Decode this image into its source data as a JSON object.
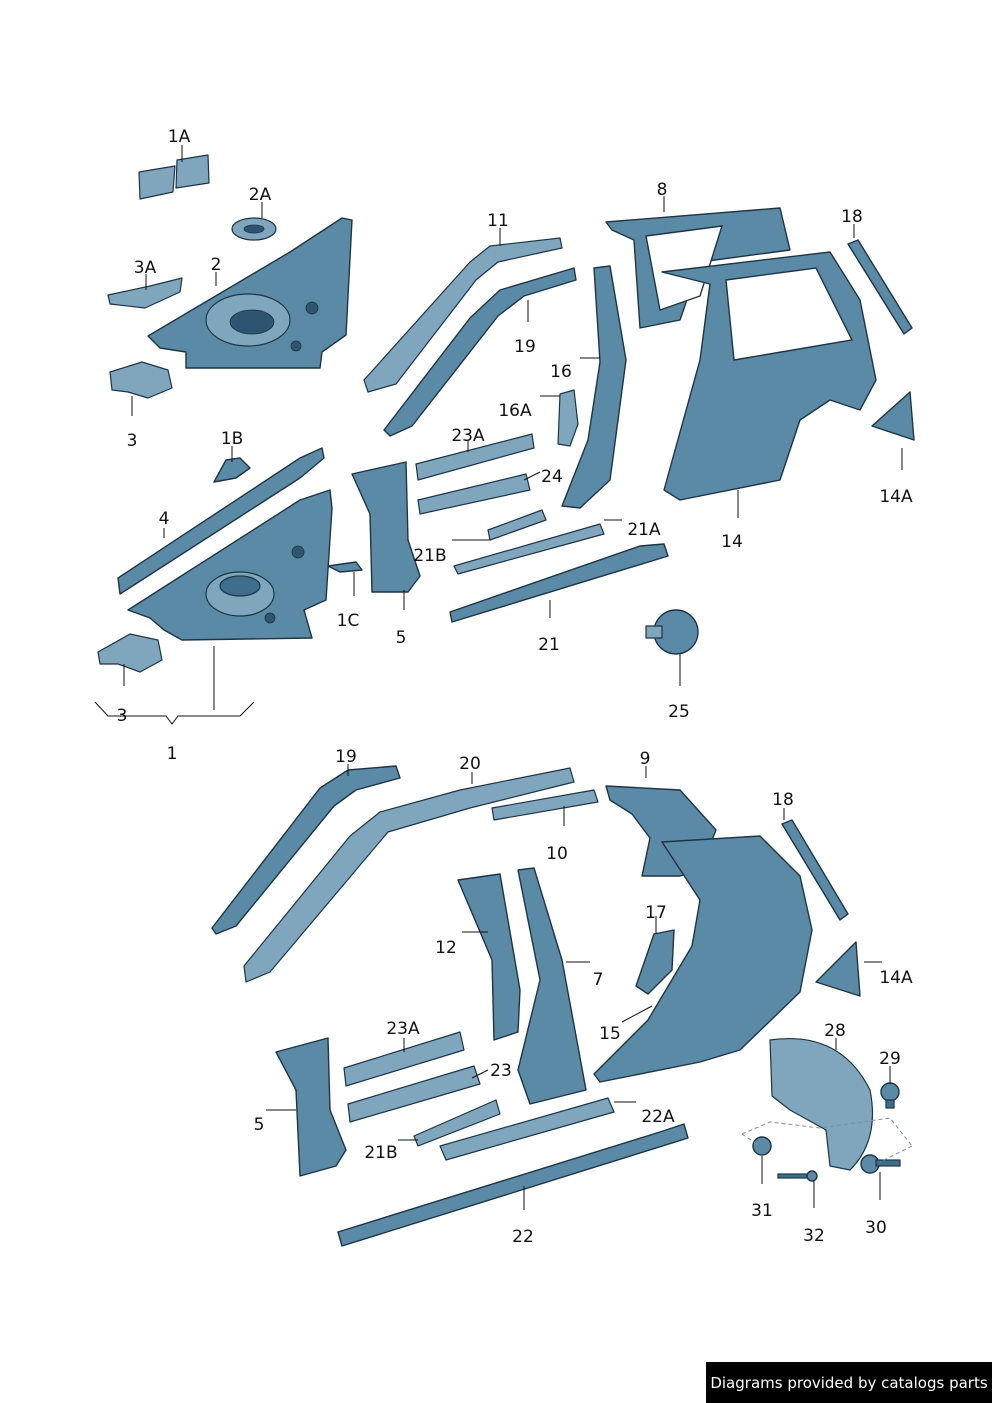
{
  "callouts": {
    "c1A": "1A",
    "c2A": "2A",
    "c3A": "3A",
    "c2": "2",
    "c3top": "3",
    "c1B": "1B",
    "c4": "4",
    "c1C": "1C",
    "c3bot": "3",
    "c1": "1",
    "c11": "11",
    "c19top": "19",
    "c16": "16",
    "c16A": "16A",
    "c23Atop": "23A",
    "c24": "24",
    "c21Btop": "21B",
    "c5top": "5",
    "c21A": "21A",
    "c21": "21",
    "c8": "8",
    "c18top": "18",
    "c14": "14",
    "c14Atop": "14A",
    "c25": "25",
    "c19bot": "19",
    "c20": "20",
    "c10": "10",
    "c9": "9",
    "c18bot": "18",
    "c12": "12",
    "c7": "7",
    "c17": "17",
    "c14Abot": "14A",
    "c15": "15",
    "c23Abot": "23A",
    "c23": "23",
    "c5bot": "5",
    "c21Bbot": "21B",
    "c22A": "22A",
    "c22": "22",
    "c28": "28",
    "c29": "29",
    "c31": "31",
    "c32": "32",
    "c30": "30"
  },
  "footer": {
    "text": "Diagrams provided by catalogs parts"
  }
}
